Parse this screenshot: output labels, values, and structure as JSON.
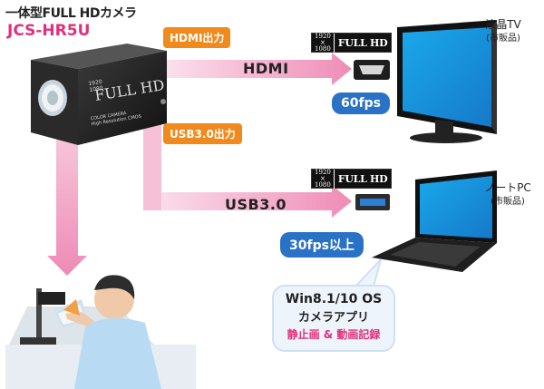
{
  "camera": {
    "title": "一体型FULL HDカメラ",
    "model": "JCS-HR5U",
    "body_text_top": "FULL HD",
    "body_res_a": "1920",
    "body_res_b": "1080",
    "body_small_1": "COLOR CAMERA",
    "body_small_2": "High Resolution CMOS"
  },
  "outputs": {
    "hdmi_tag": "HDMI出力",
    "usb_tag": "USB3.0出力"
  },
  "connections": {
    "hdmi_label": "HDMI",
    "usb_label": "USB3.0",
    "hdmi_fps": "60fps",
    "usb_fps": "30fps以上"
  },
  "badges": [
    {
      "res_top": "1920",
      "res_mid": "×",
      "res_bottom": "1080",
      "text": "FULL HD"
    },
    {
      "res_top": "1920",
      "res_mid": "×",
      "res_bottom": "1080",
      "text": "FULL HD"
    }
  ],
  "devices": {
    "tv_name": "液晶TV",
    "tv_note": "(市販品)",
    "pc_name": "ノートPC",
    "pc_note": "(市販品)"
  },
  "software": {
    "os": "Win8.1/10 OS",
    "app": "カメラアプリ",
    "features": "静止画 & 動画記録"
  },
  "colors": {
    "accent_pink": "#e0307a",
    "arrow_pink": "#f2a3c4",
    "tag_orange": "#f08a1c",
    "bubble_blue": "#2a72c6",
    "screen_blue": "#1e9be0"
  }
}
